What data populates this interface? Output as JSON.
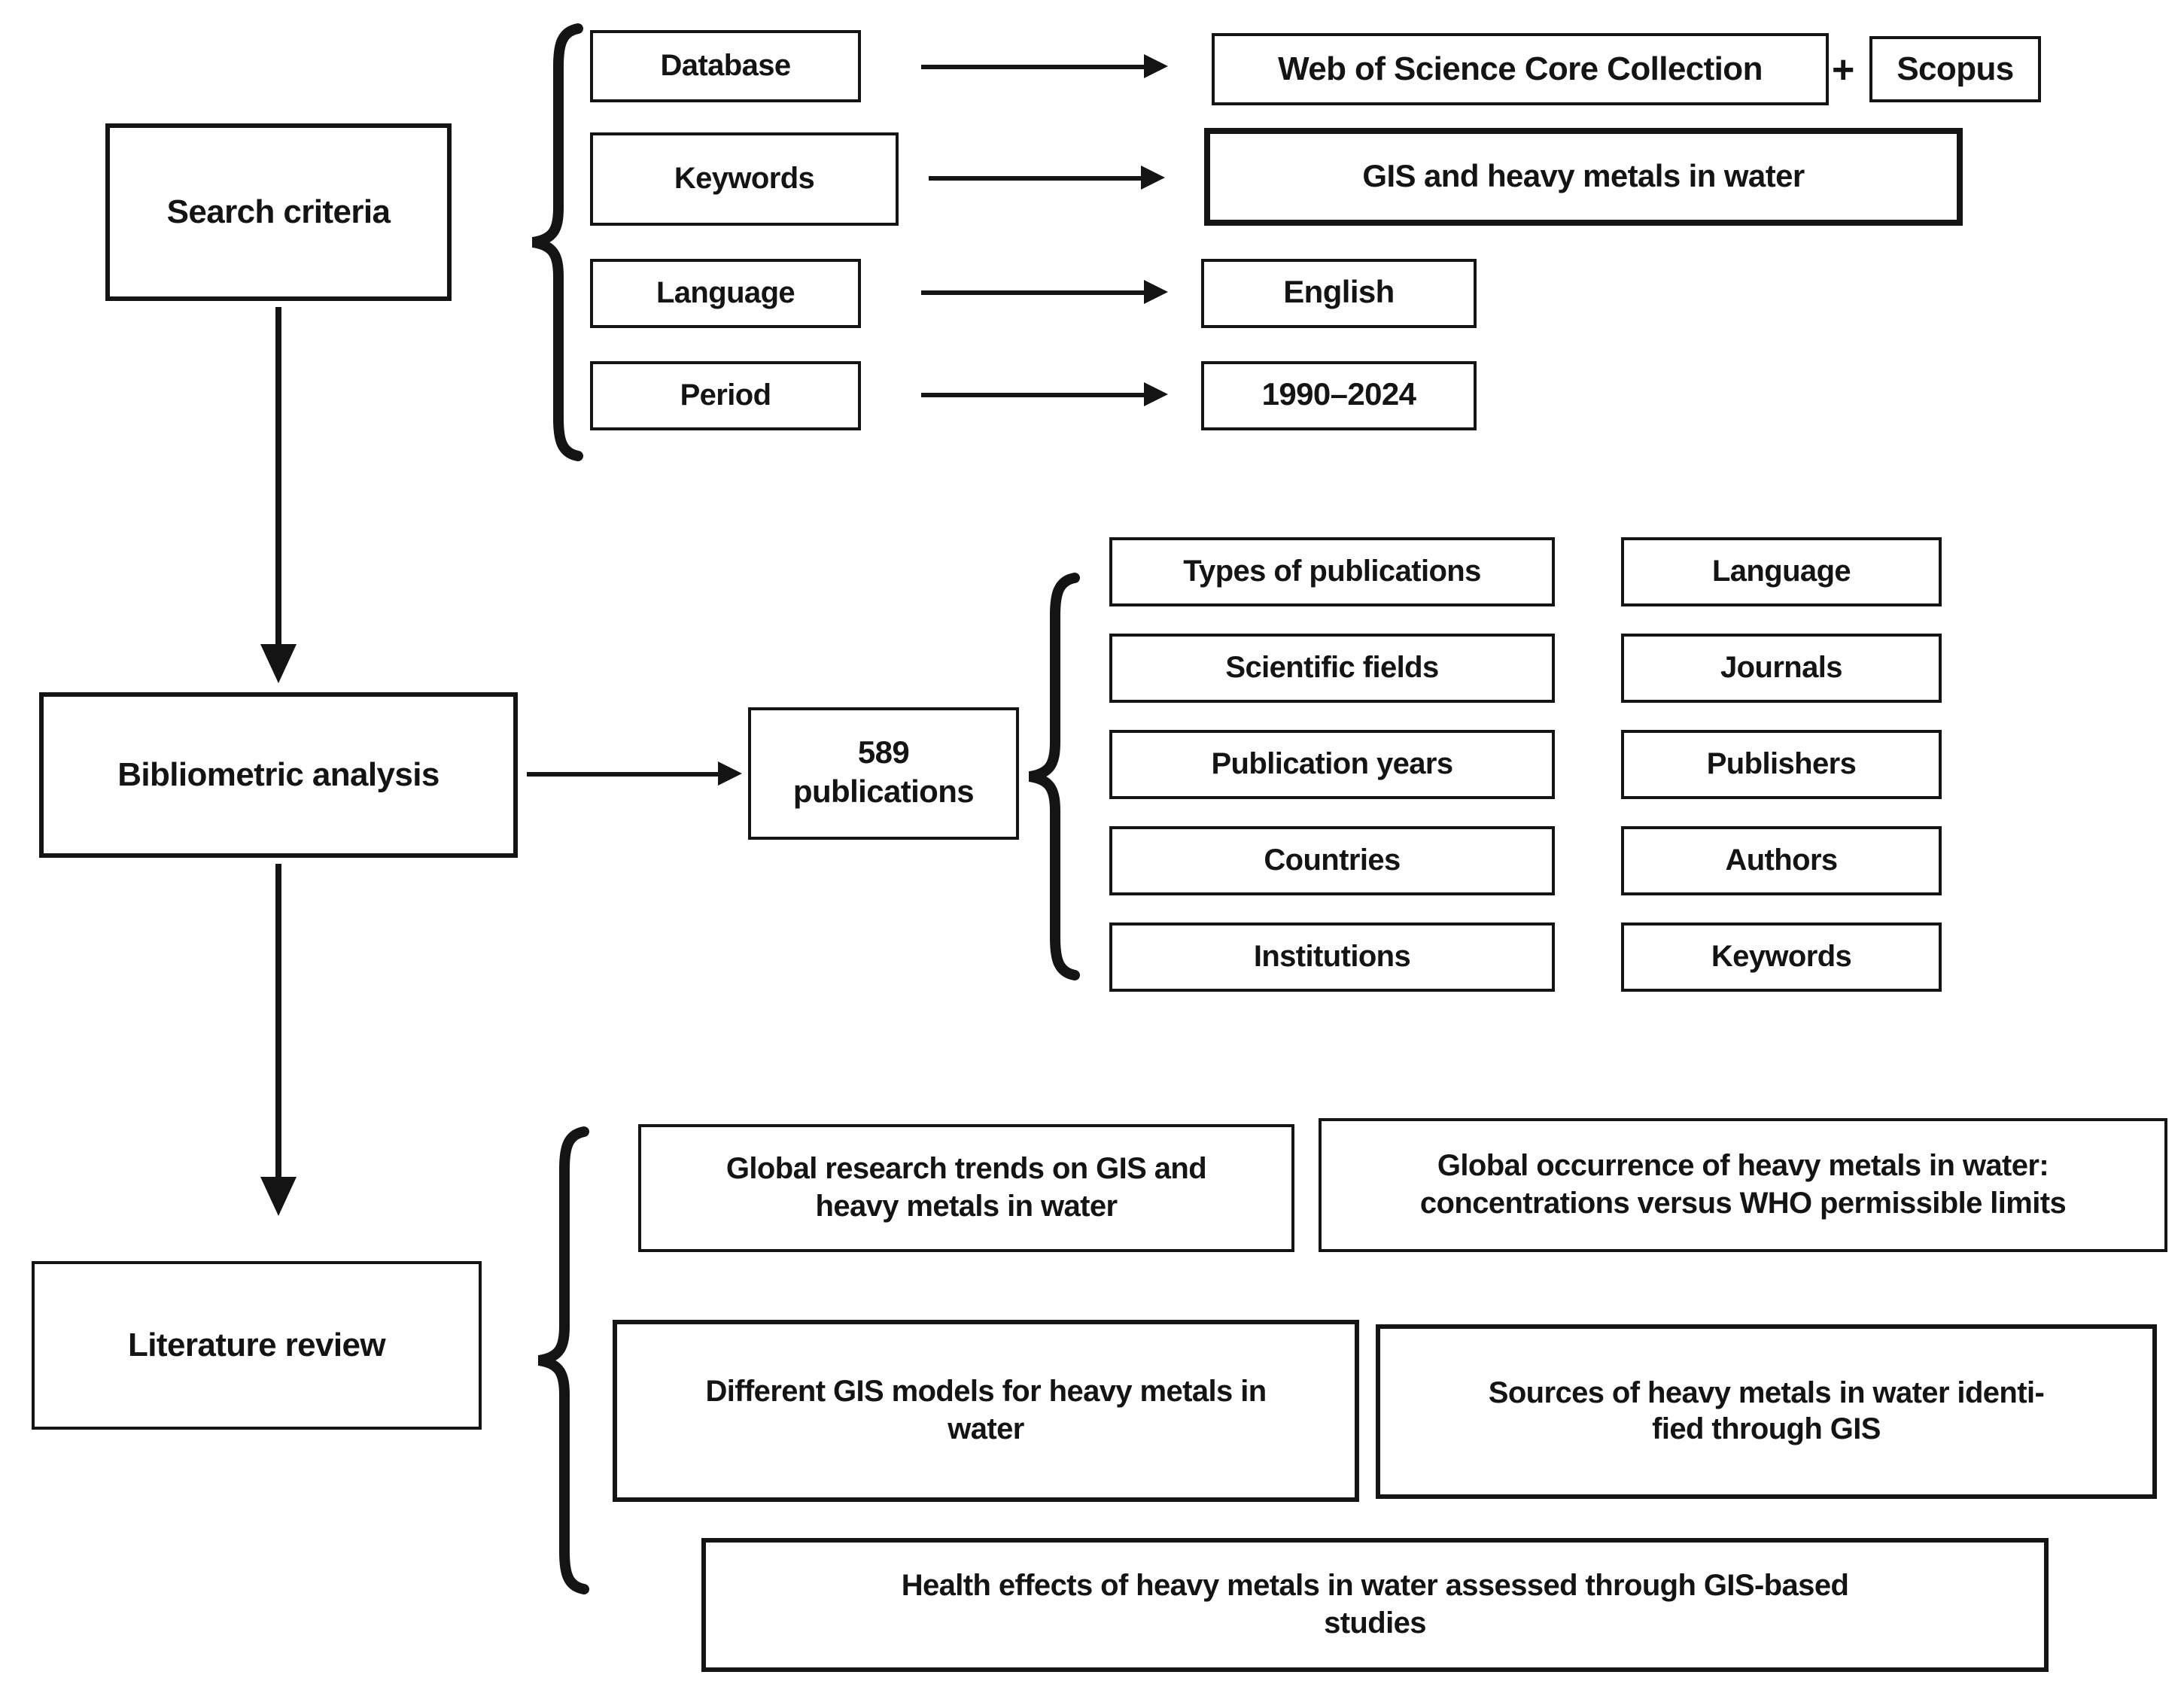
{
  "colors": {
    "ink": "#141414",
    "background": "#ffffff"
  },
  "icons": {
    "arrow_right": "→",
    "arrow_down": "↓",
    "brace_left": "{",
    "plus_sign": "+"
  },
  "search_criteria": {
    "label": "Search criteria"
  },
  "criteria": {
    "database": {
      "label": "Database",
      "value": "Web of Science Core Collection",
      "joiner": "+",
      "value2": "Scopus"
    },
    "keywords": {
      "label": "Keywords",
      "value": "GIS and heavy metals in water"
    },
    "language": {
      "label": "Language",
      "value": "English"
    },
    "period": {
      "label": "Period",
      "value": "1990–2024"
    }
  },
  "bibliometric": {
    "label": "Bibliometric analysis",
    "publications_count": "589",
    "publications_unit": "publications",
    "aspects_left": [
      "Types of publications",
      "Scientific fields",
      "Publication years",
      "Countries",
      "Institutions"
    ],
    "aspects_right": [
      "Language",
      "Journals",
      "Publishers",
      "Authors",
      "Keywords"
    ]
  },
  "literature_review": {
    "label": "Literature review",
    "topics": [
      {
        "full_text": "Global research trends on GIS and heavy metals in water",
        "lines": [
          "Global research trends on GIS and",
          "heavy metals in water"
        ]
      },
      {
        "full_text": "Global occurrence of heavy metals in water: concentrations versus WHO permissible limits",
        "lines": [
          "Global occurrence of heavy metals in water:",
          "concentrations versus WHO permissible limits"
        ]
      },
      {
        "full_text": "Different GIS models for heavy metals in water",
        "lines": [
          "Different GIS models for heavy metals in",
          "water"
        ]
      },
      {
        "full_text": "Sources of heavy metals in water identified through GIS",
        "lines": [
          "Sources of heavy metals in water identi-",
          "fied through GIS"
        ]
      },
      {
        "full_text": "Health effects of heavy metals in water assessed through GIS-based studies",
        "lines": [
          "Health effects of heavy metals in water assessed through GIS-based",
          "studies"
        ]
      }
    ]
  }
}
